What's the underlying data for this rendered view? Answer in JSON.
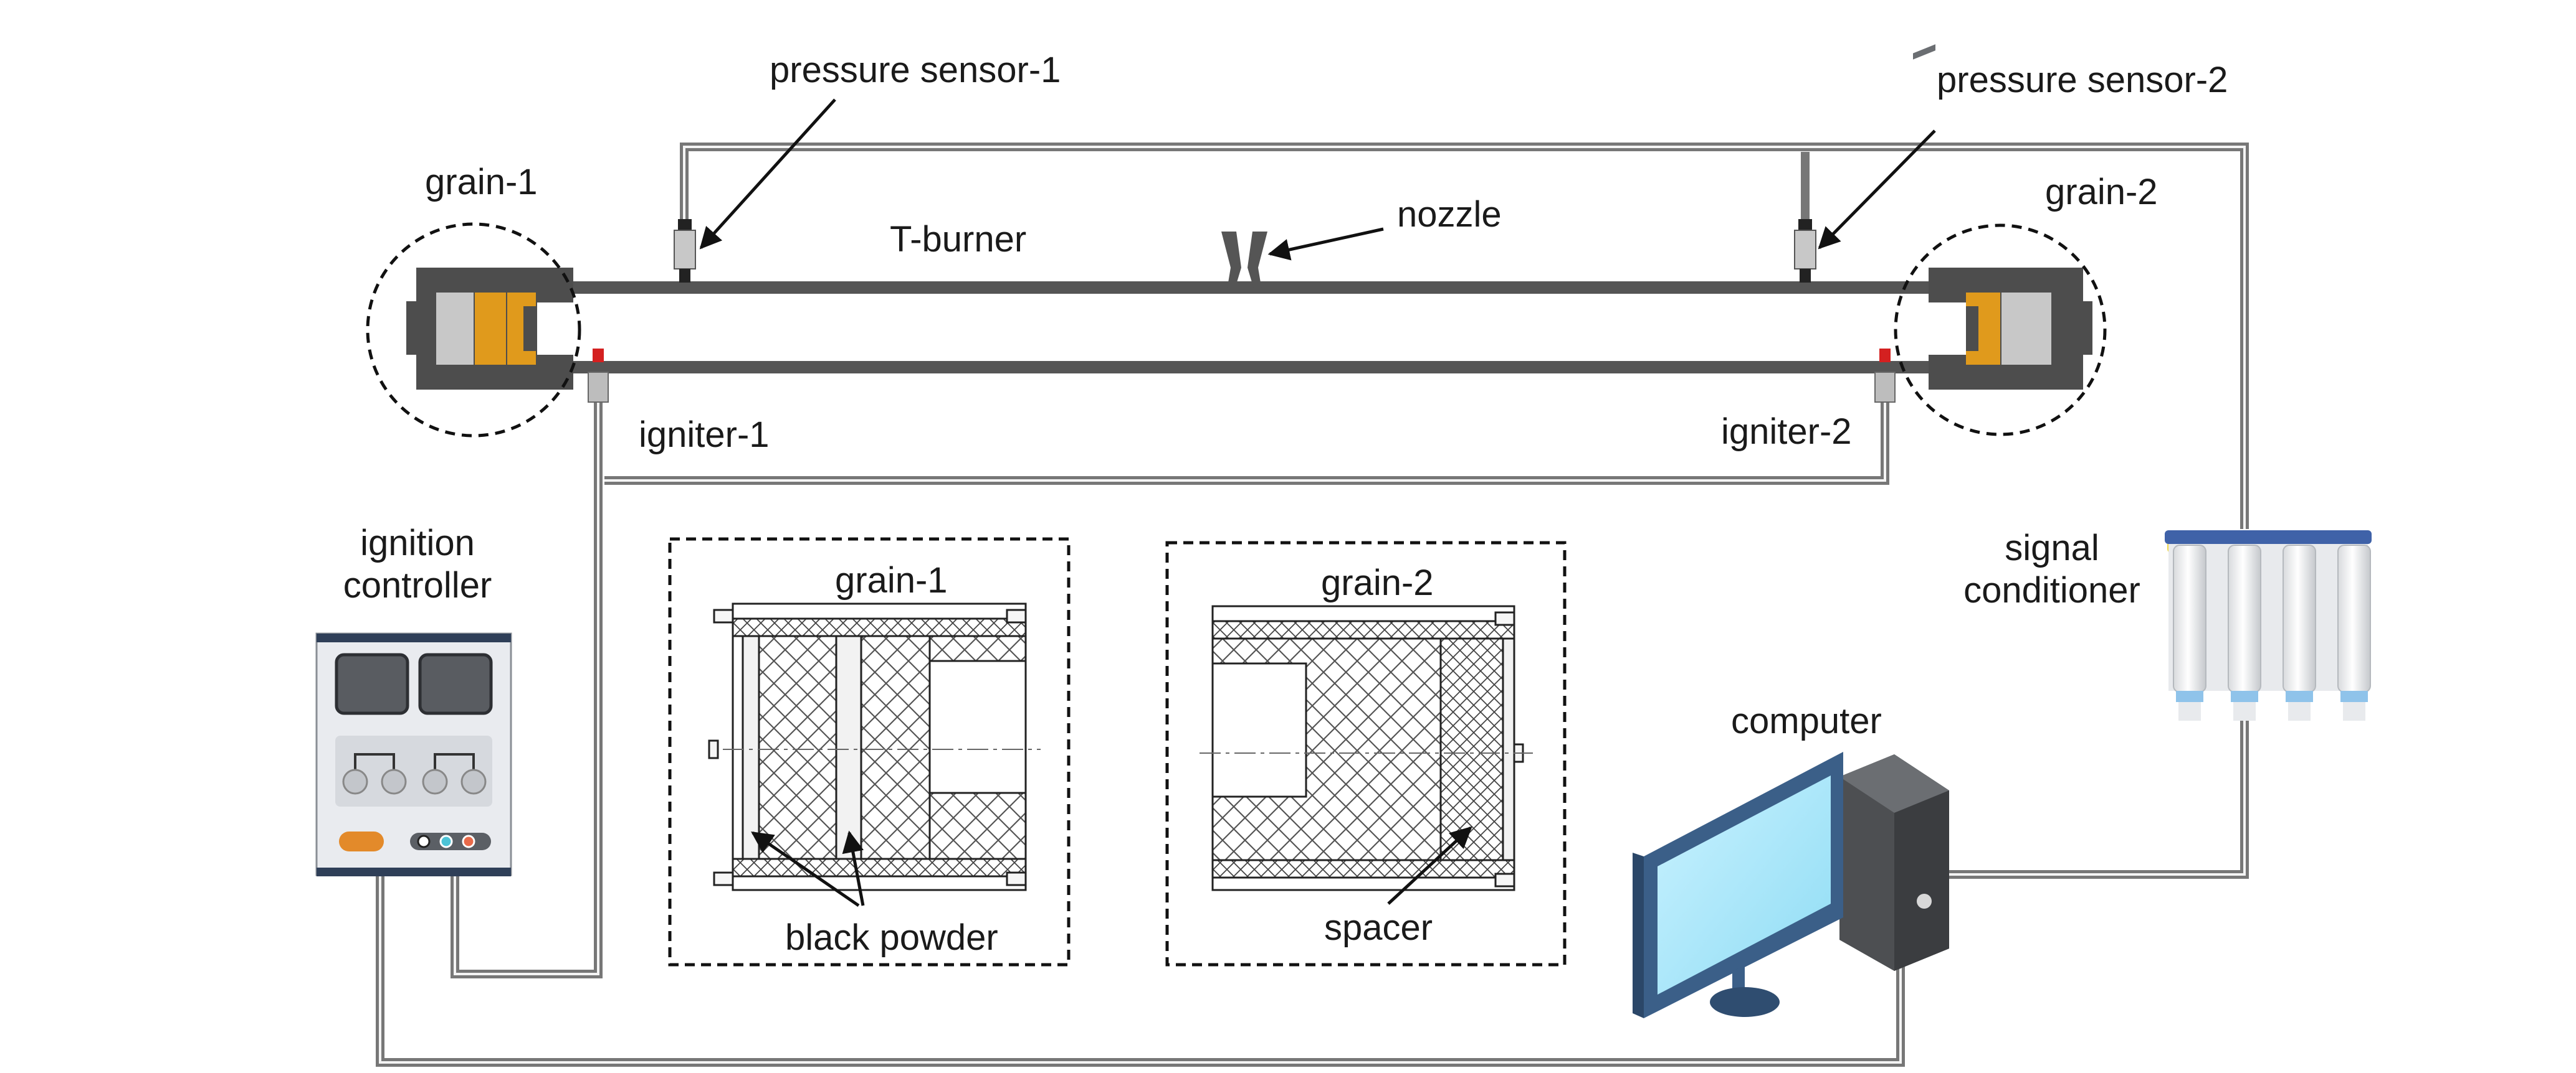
{
  "labels": {
    "pressure_sensor_1": "pressure sensor-1",
    "pressure_sensor_2": "pressure sensor-2",
    "grain_1": "grain-1",
    "grain_2": "grain-2",
    "t_burner": "T-burner",
    "nozzle": "nozzle",
    "igniter_1": "igniter-1",
    "igniter_2": "igniter-2",
    "ignition_controller_line1": "ignition",
    "ignition_controller_line2": "controller",
    "signal_conditioner_line1": "signal",
    "signal_conditioner_line2": "conditioner",
    "computer": "computer",
    "detail_grain_1": "grain-1",
    "detail_grain_2": "grain-2",
    "black_powder": "black powder",
    "spacer": "spacer"
  },
  "colors": {
    "pipe": "#555555",
    "chamber": "#4d4d4d",
    "propellant": "#e09a1c",
    "insulation": "#c8c8c8",
    "igniter_tip": "#d42020",
    "monitor_screen": "#a8e6f8",
    "monitor_frame": "#3b5f88",
    "conditioner_cap": "#3f62a8",
    "terminal": "#f0d84a"
  }
}
